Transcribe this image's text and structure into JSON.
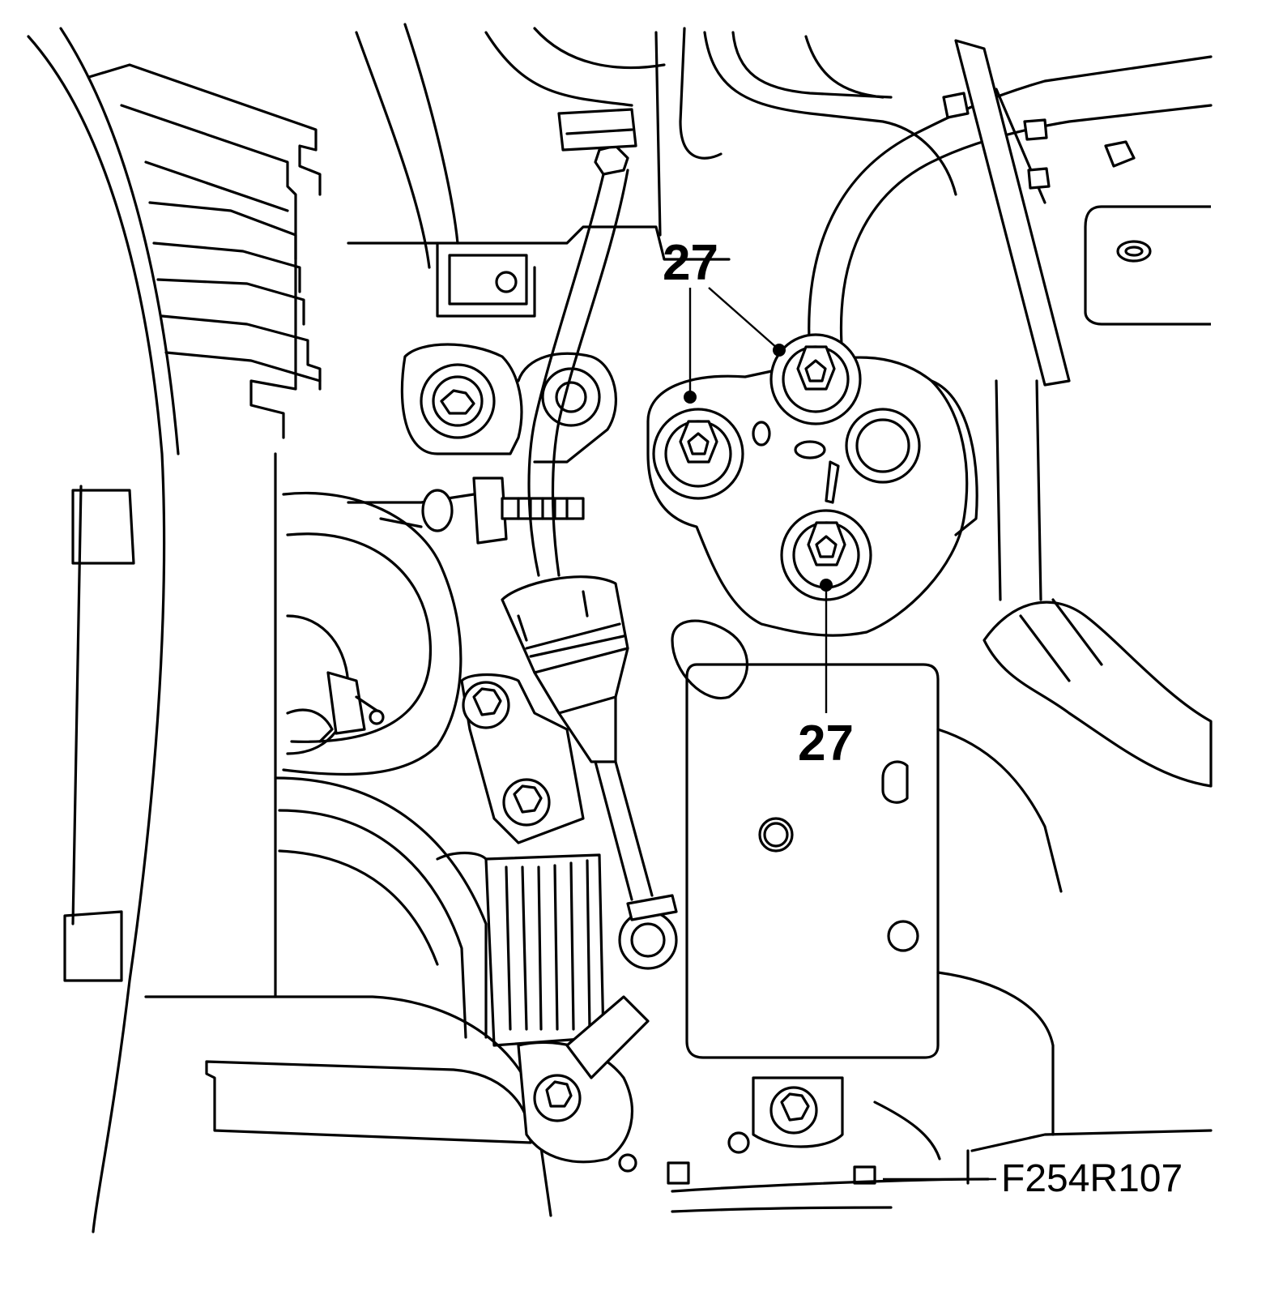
{
  "figure": {
    "reference_code": "F254R107"
  },
  "callouts": [
    {
      "id": "upper-left-bolt",
      "label": "27"
    },
    {
      "id": "upper-right-bolt",
      "label": "27"
    },
    {
      "id": "lower-bolt",
      "label": "27"
    }
  ],
  "parts": {
    "mounting_bolts": 3,
    "bolt_icon": "hex-socket-bolt-icon"
  }
}
